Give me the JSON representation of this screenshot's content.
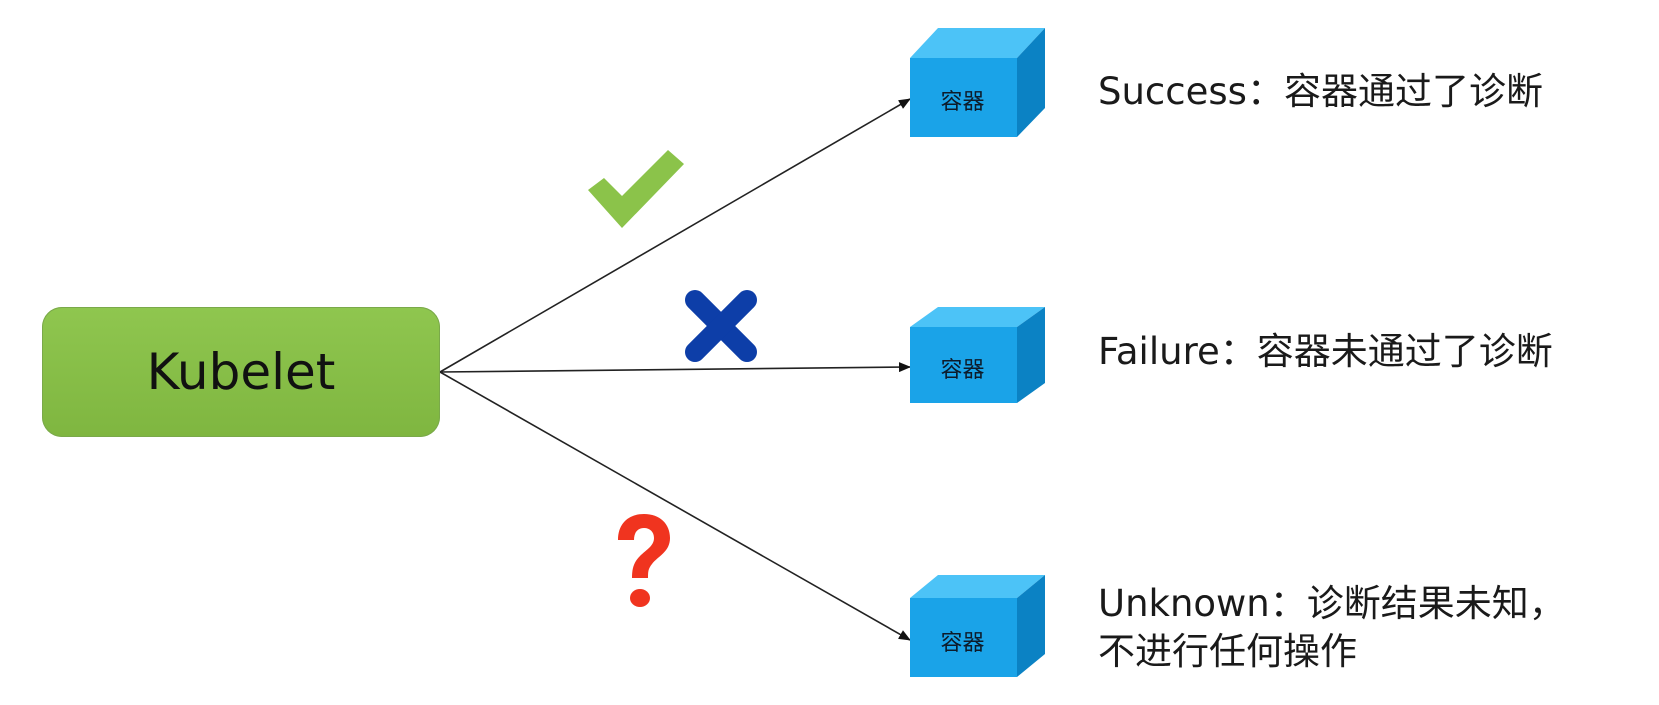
{
  "source": {
    "label": "Kubelet"
  },
  "containers": [
    {
      "label": "容器"
    },
    {
      "label": "容器"
    },
    {
      "label": "容器"
    }
  ],
  "results": [
    {
      "line1": "Success：容器通过了诊断",
      "line2": ""
    },
    {
      "line1": "Failure：容器未通过了诊断",
      "line2": ""
    },
    {
      "line1": "Unknown：诊断结果未知，",
      "line2": "不进行任何操作"
    }
  ],
  "icons": {
    "success": "check-icon",
    "failure": "cross-icon",
    "unknown": "question-icon"
  },
  "colors": {
    "kubelet_fill": "#8bc34a",
    "container_front": "#1aa3e8",
    "container_top": "#4cc3f7",
    "container_side": "#0b7fc0",
    "check": "#8bc34a",
    "cross": "#0d3ea8",
    "question": "#f0341f"
  }
}
